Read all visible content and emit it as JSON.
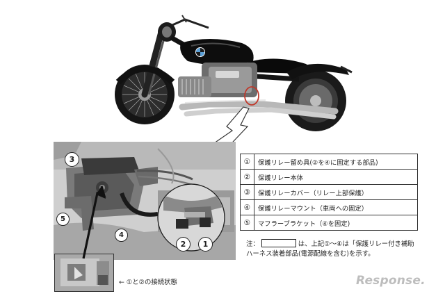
{
  "parts": [
    {
      "num": "①",
      "desc": "保護リレー留め具(②を④に固定する部品)"
    },
    {
      "num": "②",
      "desc": "保護リレー本体"
    },
    {
      "num": "③",
      "desc": "保護リレーカバー（リレー上部保護）"
    },
    {
      "num": "④",
      "desc": "保護リレーマウント（車両への固定）"
    },
    {
      "num": "⑤",
      "desc": "マフラーブラケット（④を固定)"
    }
  ],
  "note": {
    "prefix": "注：",
    "text_after_box": "は、上記①～④は「保護リレー付き補助ハーネス装着部品(電源配線を含む)を示す。"
  },
  "callouts": {
    "c1": "1",
    "c2": "2",
    "c3": "3",
    "c4": "4",
    "c5": "5"
  },
  "inset_caption": "← ①と②の接続状態",
  "watermark": "Response.",
  "colors": {
    "table_border": "#333333",
    "callout_red": "#c0392b",
    "watermark": "#bdbdbd"
  }
}
